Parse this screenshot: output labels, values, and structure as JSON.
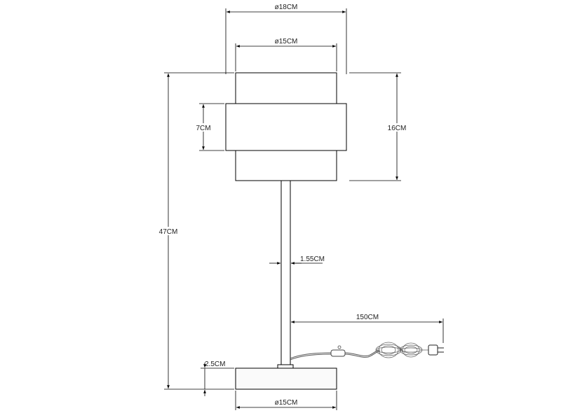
{
  "dimensions": {
    "shade_outer_diameter": "ø18CM",
    "shade_inner_diameter": "ø15CM",
    "middle_band_height": "7CM",
    "shade_height": "16CM",
    "total_height": "47CM",
    "stem_diameter": "1.55CM",
    "cable_length": "150CM",
    "base_height": "2.5CM",
    "base_diameter": "ø15CM"
  }
}
